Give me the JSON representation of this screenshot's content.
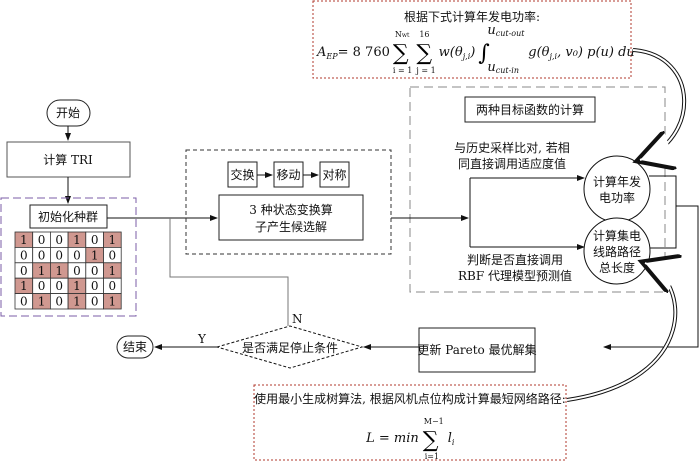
{
  "top_formula": {
    "title": "根据下式计算年发电功率:",
    "lhs": "A",
    "lhs_sub": "EP",
    "rhs_const": "= 8 760",
    "sum1_top": "N",
    "sum1_top_sub": "wt",
    "sum1_bottom": "i = 1",
    "sum2_top": "16",
    "sum2_bottom": "j = 1",
    "body": "w(θ",
    "body_sub": "j,i",
    "body2": ")",
    "int_top": "u",
    "int_top_sub": "cut-out",
    "int_bottom": "u",
    "int_bottom_sub": "cut-in",
    "integrand": "g(θ",
    "integrand_sub": "j,i",
    "integrand2": ", v₀) p(u) du"
  },
  "objectives": {
    "title": "两种目标函数的计算",
    "note_top": [
      "与历史采样比对, 若相",
      "同直接调用适应度值"
    ],
    "note_bottom": [
      "判断是否直接调用",
      "RBF 代理模型预测值"
    ],
    "circle_power": [
      "计算年发",
      "电功率"
    ],
    "circle_length": [
      "计算集电",
      "线路路径",
      "总长度"
    ]
  },
  "flow": {
    "start": "开始",
    "calc_tri": "计算 TRI",
    "init_population": "初始化种群",
    "grid": [
      [
        1,
        0,
        0,
        1,
        0,
        1
      ],
      [
        0,
        0,
        0,
        0,
        1,
        0
      ],
      [
        0,
        1,
        1,
        0,
        0,
        1
      ],
      [
        1,
        0,
        0,
        1,
        0,
        0
      ],
      [
        0,
        1,
        0,
        1,
        0,
        1
      ]
    ],
    "ops": [
      "交换",
      "移动",
      "对称"
    ],
    "transform": [
      "3 种状态变换算",
      "子产生候选解"
    ],
    "decision": "是否满足停止条件",
    "yes": "Y",
    "no": "N",
    "end": "结束",
    "pareto": "更新 Pareto 最优解集"
  },
  "bottom_formula": {
    "title": "使用最小生成树算法, 根据风机点位构成计算最短网络路径:",
    "lhs": "L = min",
    "sum_top": "M−1",
    "sum_bottom": "i=1",
    "term": "l",
    "term_sub": "i"
  },
  "colors": {
    "highlight_cell": "#d09890",
    "formula_border": "#b03a2e",
    "population_border": "#7b5ea7",
    "dashed_gray": "#888888"
  }
}
